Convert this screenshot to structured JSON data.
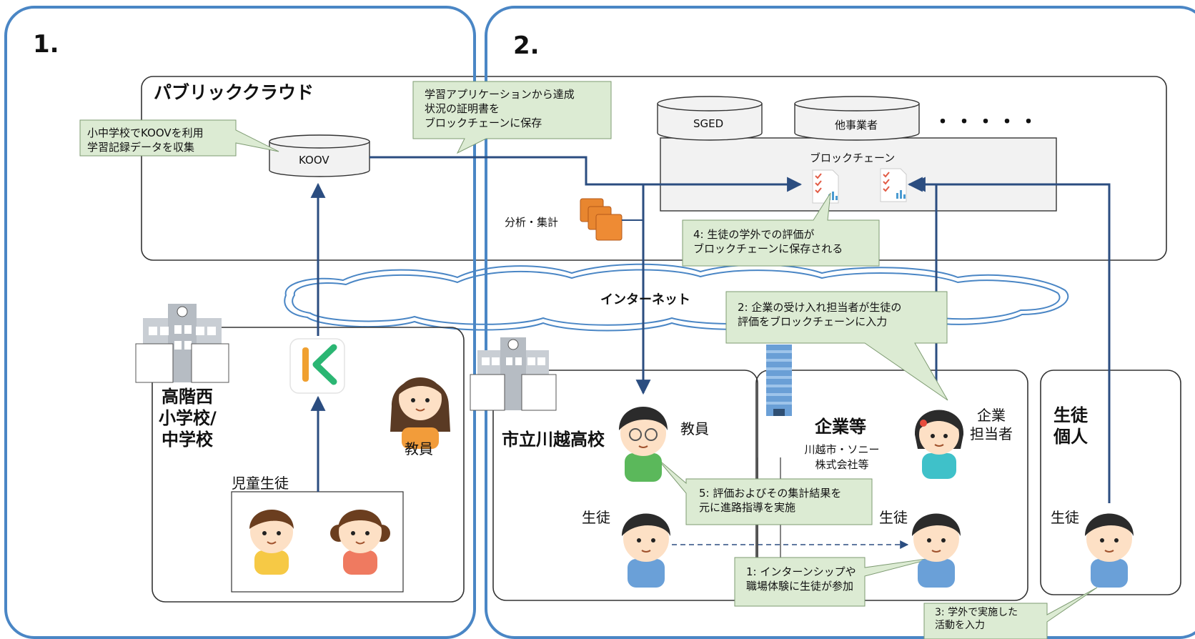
{
  "panels": {
    "one": "1.",
    "two": "2."
  },
  "cloud": {
    "title": "パブリッククラウド",
    "koov": "KOOV",
    "sged": "SGED",
    "other_operator": "他事業者",
    "dots": "・・・・・",
    "blockchain": "ブロックチェーン",
    "analysis": "分析・集計"
  },
  "internet": "インターネット",
  "callouts": {
    "koov_use": [
      "小中学校でKOOVを利用",
      "学習記録データを収集"
    ],
    "cert_save": [
      "学習アプリケーションから達成",
      "状況の証明書を",
      "ブロックチェーンに保存"
    ],
    "step4": [
      "4: 生徒の学外での評価が",
      "ブロックチェーンに保存される"
    ],
    "step2": [
      "2: 企業の受け入れ担当者が生徒の",
      "評価をブロックチェーンに入力"
    ],
    "step5": [
      "5: 評価およびその集計結果を",
      "元に進路指導を実施"
    ],
    "step1": [
      "1: インターンシップや",
      "職場体験に生徒が参加"
    ],
    "step3": [
      "3: 学外で実施した",
      "活動を入力"
    ]
  },
  "school1": {
    "name": [
      "高階西",
      "小学校/",
      "中学校"
    ],
    "teacher": "教員",
    "pupils": "児童生徒"
  },
  "school2": {
    "name": "市立川越高校",
    "teacher": "教員",
    "student": "生徒"
  },
  "company": {
    "title": "企業等",
    "subtitle": [
      "川越市・ソニー",
      "株式会社等"
    ],
    "staff": [
      "企業",
      "担当者"
    ],
    "student": "生徒"
  },
  "individual": {
    "title": [
      "生徒",
      "個人"
    ],
    "student": "生徒"
  },
  "colors": {
    "frame": "#4a86c5",
    "arrow": "#2b4d80",
    "callout_fill": "#dcebd3",
    "callout_stroke": "#7e9b72",
    "cloud_stroke": "#4a86c5"
  }
}
